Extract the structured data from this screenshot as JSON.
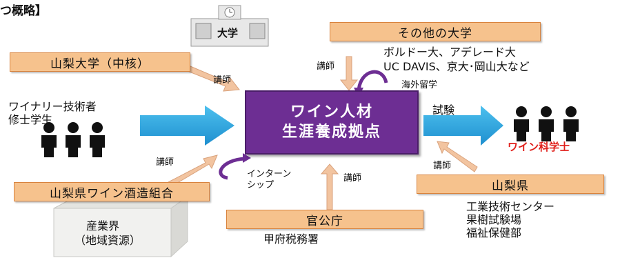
{
  "heading_fragment": "つ概略】",
  "central_node": {
    "line1": "ワイン人材",
    "line2": "生涯養成拠点"
  },
  "nodes": {
    "yamanashi_university": "山梨大学（中核）",
    "other_universities": "その他の大学",
    "wine_association": "山梨県ワイン酒造組合",
    "government": "官公庁",
    "prefecture": "山梨県"
  },
  "university_building_label": "大学",
  "other_universities_detail": [
    "ボルドー大、アデレード大",
    "UC DAVIS、京大･岡山大など"
  ],
  "students": [
    "ワイナリー技術者",
    "修士学生"
  ],
  "graduates_label": "ワイン科学士",
  "industry_box": [
    "産業界",
    "（地域資源）"
  ],
  "government_detail": "甲府税務署",
  "prefecture_detail": [
    "工業技術センター",
    "果樹試験場",
    "福祉保健部"
  ],
  "edge_labels": {
    "lecturer": "講師",
    "study_abroad": "海外留学",
    "exam": "試験",
    "internship": [
      "インターン",
      "シップ"
    ]
  },
  "colors": {
    "center_fill": "#6d2e93",
    "box_fill": "#f6c28d",
    "box_border": "#d8833e",
    "main_arrow": "#2fa6dd",
    "small_arrow": "#f2c4a0",
    "graduates_text": "#e0201b"
  }
}
